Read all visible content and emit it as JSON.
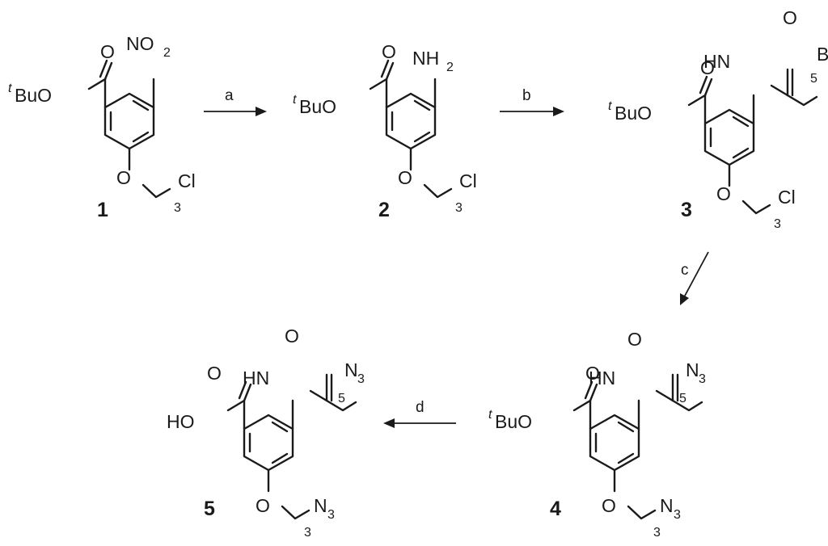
{
  "compounds": [
    {
      "number": "1",
      "ester_prefix": "t",
      "ester_text": "BuO",
      "substituent": "NO",
      "substituent_sub": "2",
      "ether_O": "O",
      "ether_n": "3",
      "ether_end": "Cl"
    },
    {
      "number": "2",
      "ester_prefix": "t",
      "ester_text": "BuO",
      "substituent": "NH",
      "substituent_sub": "2",
      "ether_O": "O",
      "ether_n": "3",
      "ether_end": "Cl"
    },
    {
      "number": "3",
      "ester_prefix": "t",
      "ester_text": "BuO",
      "amide_nh": "HN",
      "amide_O": "O",
      "chain_n": "5",
      "chain_end": "Br",
      "ether_O": "O",
      "ether_n": "3",
      "ether_end": "Cl"
    },
    {
      "number": "4",
      "ester_prefix": "t",
      "ester_text": "BuO",
      "amide_nh": "HN",
      "amide_O": "O",
      "chain_n": "5",
      "chain_end": "N",
      "chain_end_sub": "3",
      "ether_O": "O",
      "ether_n": "3",
      "ether_end": "N",
      "ether_end_sub": "3"
    },
    {
      "number": "5",
      "acid_text": "HO",
      "amide_nh": "HN",
      "amide_O": "O",
      "chain_n": "5",
      "chain_end": "N",
      "chain_end_sub": "3",
      "ether_O": "O",
      "ether_n": "3",
      "ether_end": "N",
      "ether_end_sub": "3"
    }
  ],
  "carbonyl_O": "O",
  "steps": [
    {
      "label": "a",
      "from": "1",
      "to": "2"
    },
    {
      "label": "b",
      "from": "2",
      "to": "3"
    },
    {
      "label": "c",
      "from": "3",
      "to": "4"
    },
    {
      "label": "d",
      "from": "4",
      "to": "5"
    }
  ]
}
